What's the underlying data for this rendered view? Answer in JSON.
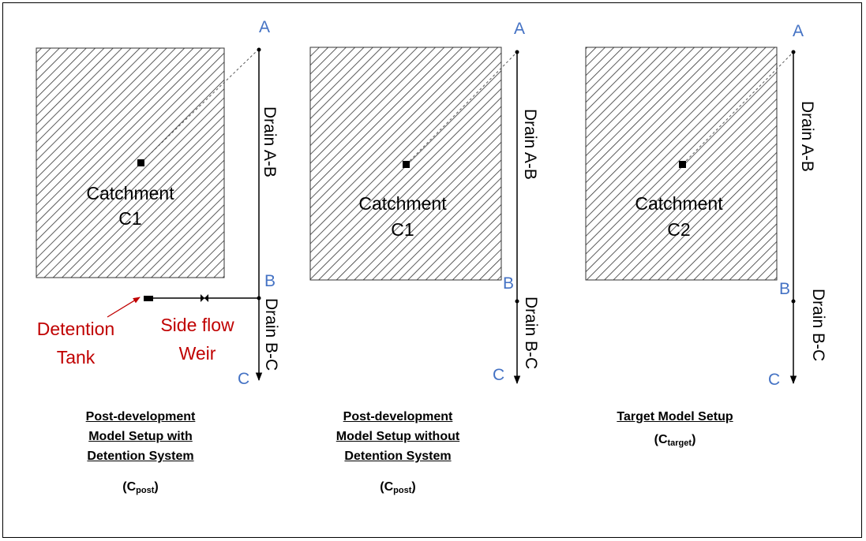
{
  "panels": [
    {
      "catchment_line1": "Catchment",
      "catchment_line2": "C1",
      "node_a": "A",
      "node_b": "B",
      "node_c": "C",
      "drain_ab": "Drain A-B",
      "drain_bc": "Drain B-C",
      "caption_lines": [
        "Post-development",
        "Model Setup with",
        "Detention System"
      ],
      "symbol_main": "(C",
      "symbol_sub": "post",
      "symbol_close": ")"
    },
    {
      "catchment_line1": "Catchment",
      "catchment_line2": "C1",
      "node_a": "A",
      "node_b": "B",
      "node_c": "C",
      "drain_ab": "Drain A-B",
      "drain_bc": "Drain B-C",
      "caption_lines": [
        "Post-development",
        "Model Setup without",
        "Detention System"
      ],
      "symbol_main": "(C",
      "symbol_sub": "post",
      "symbol_close": ")"
    },
    {
      "catchment_line1": "Catchment",
      "catchment_line2": "C2",
      "node_a": "A",
      "node_b": "B",
      "node_c": "C",
      "drain_ab": "Drain A-B",
      "drain_bc": "Drain B-C",
      "caption_lines": [
        "Target Model Setup"
      ],
      "symbol_main": "(C",
      "symbol_sub": "target",
      "symbol_close": ")"
    }
  ],
  "detention": {
    "tank_line1": "Detention",
    "tank_line2": "Tank",
    "weir_line1": "Side flow",
    "weir_line2": "Weir"
  },
  "colors": {
    "node_labels": "#4472c4",
    "detention_labels": "#c00000",
    "lines": "#000000"
  }
}
